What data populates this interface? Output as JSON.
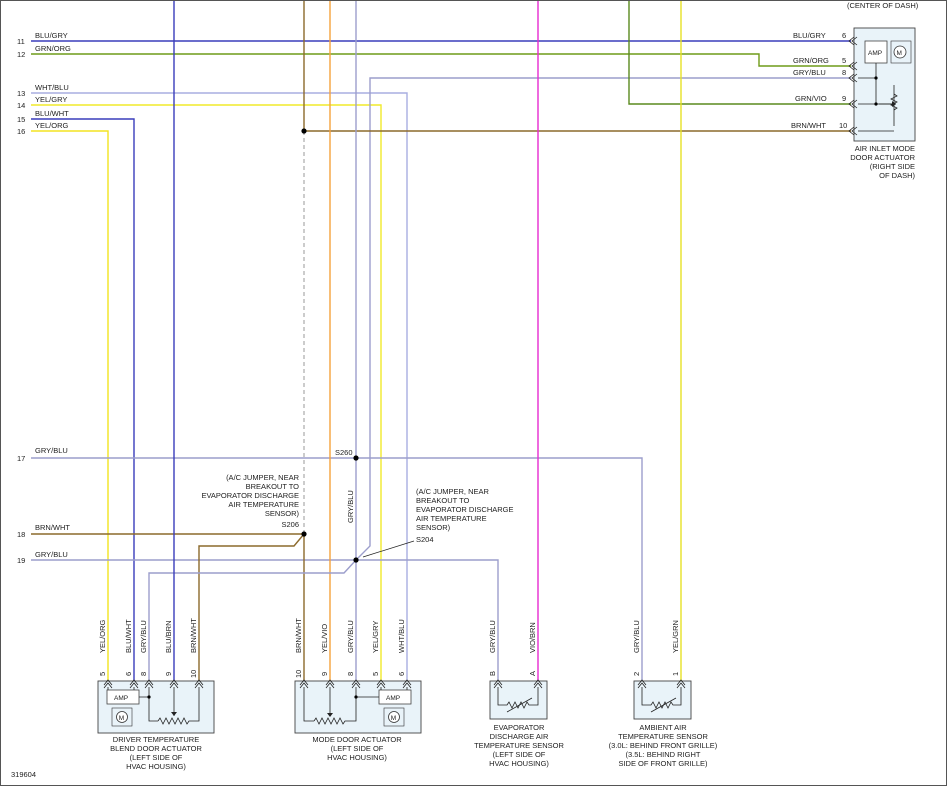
{
  "colors": {
    "blu_gry": "#3a3dbb",
    "grn_org": "#6f9b18",
    "gry_blu": "#9c9ecc",
    "grn_vio": "#5a8a1e",
    "brn_wht": "#8c6a2c",
    "wht_blu": "#a8aee0",
    "yel_gry": "#f1ea2a",
    "blu_wht": "#3a3dbb",
    "yel_org": "#f3e320",
    "yel_vio": "#f6a23c",
    "vio_brn": "#e62bd1",
    "yel_grn": "#e6e226",
    "blu_brn": "#3a3dbb",
    "jumper": "#999999"
  },
  "header": {
    "top_right_caption": "(CENTER OF DASH)"
  },
  "left_wires": [
    {
      "num": "11",
      "label": "BLU/GRY"
    },
    {
      "num": "12",
      "label": "GRN/ORG"
    },
    {
      "num": "13",
      "label": "WHT/BLU"
    },
    {
      "num": "14",
      "label": "YEL/GRY"
    },
    {
      "num": "15",
      "label": "BLU/WHT"
    },
    {
      "num": "16",
      "label": "YEL/ORG"
    },
    {
      "num": "17",
      "label": "GRY/BLU"
    },
    {
      "num": "18",
      "label": "BRN/WHT"
    },
    {
      "num": "19",
      "label": "GRY/BLU"
    }
  ],
  "air_inlet": {
    "pins": [
      {
        "label": "BLU/GRY",
        "pin": "6"
      },
      {
        "label": "GRN/ORG",
        "pin": "5"
      },
      {
        "label": "GRY/BLU",
        "pin": "8"
      },
      {
        "label": "GRN/VIO",
        "pin": "9"
      },
      {
        "label": "BRN/WHT",
        "pin": "10"
      }
    ],
    "amp": "AMP",
    "motor": "M",
    "caption": [
      "AIR INLET MODE",
      "DOOR ACTUATOR",
      "(RIGHT SIDE",
      "OF DASH)"
    ]
  },
  "splices": {
    "s260": "S260",
    "s206": "S206",
    "s204": "S204",
    "s206_note": [
      "(A/C JUMPER, NEAR",
      "BREAKOUT TO",
      "EVAPORATOR DISCHARGE",
      "AIR TEMPERATURE",
      "SENSOR)"
    ],
    "s204_note": [
      "(A/C JUMPER, NEAR",
      "BREAKOUT TO",
      "EVAPORATOR DISCHARGE",
      "AIR TEMPERATURE",
      "SENSOR)"
    ]
  },
  "vertical_labels": {
    "mid_gry_blu": "GRY/BLU"
  },
  "driver_actuator": {
    "wires": [
      {
        "label": "YEL/ORG",
        "pin": "5"
      },
      {
        "label": "BLU/WHT",
        "pin": "6"
      },
      {
        "label": "GRY/BLU",
        "pin": "8"
      },
      {
        "label": "BLU/BRN",
        "pin": "9"
      },
      {
        "label": "BRN/WHT",
        "pin": "10"
      }
    ],
    "amp": "AMP",
    "motor": "M",
    "caption": [
      "DRIVER TEMPERATURE",
      "BLEND DOOR ACTUATOR",
      "(LEFT SIDE OF",
      "HVAC HOUSING)"
    ]
  },
  "mode_actuator": {
    "wires": [
      {
        "label": "BRN/WHT",
        "pin": "10"
      },
      {
        "label": "YEL/VIO",
        "pin": "9"
      },
      {
        "label": "GRY/BLU",
        "pin": "8"
      },
      {
        "label": "YEL/GRY",
        "pin": "5"
      },
      {
        "label": "WHT/BLU",
        "pin": "6"
      }
    ],
    "amp": "AMP",
    "motor": "M",
    "caption": [
      "MODE DOOR ACTUATOR",
      "(LEFT SIDE OF",
      "HVAC HOUSING)"
    ]
  },
  "evap_sensor": {
    "wires": [
      {
        "label": "GRY/BLU",
        "pin": "B"
      },
      {
        "label": "VIO/BRN",
        "pin": "A"
      }
    ],
    "caption": [
      "EVAPORATOR",
      "DISCHARGE AIR",
      "TEMPERATURE SENSOR",
      "(LEFT SIDE OF",
      "HVAC HOUSING)"
    ]
  },
  "ambient_sensor": {
    "wires": [
      {
        "label": "GRY/BLU",
        "pin": "2"
      },
      {
        "label": "YEL/GRN",
        "pin": "1"
      }
    ],
    "caption": [
      "AMBIENT AIR",
      "TEMPERATURE SENSOR",
      "(3.0L: BEHIND FRONT GRILLE)",
      "(3.5L: BEHIND RIGHT",
      "SIDE OF FRONT GRILLE)"
    ]
  },
  "footer": {
    "figure_id": "319604"
  }
}
